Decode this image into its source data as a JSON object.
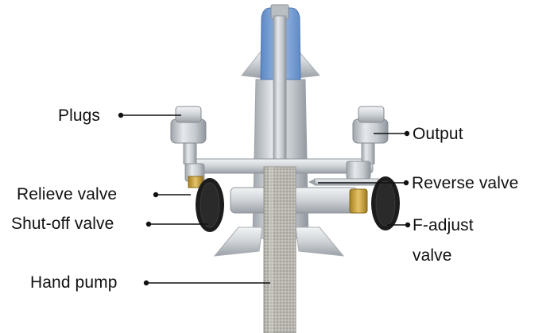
{
  "labels": {
    "plugs": "Plugs",
    "output": "Output",
    "relieve_valve": "Relieve valve",
    "reverse_valve": "Reverse valve",
    "shutoff_valve": "Shut-off valve",
    "f_adjust_line1": "F-adjust",
    "f_adjust_line2": "valve",
    "hand_pump": "Hand pump"
  },
  "colors": {
    "text": "#111111",
    "leader": "#111111",
    "handle_blue": "#7aa3d8",
    "metal": "#c9cdd1",
    "knob": "#1c1c1c",
    "brass": "#c9a13a"
  }
}
